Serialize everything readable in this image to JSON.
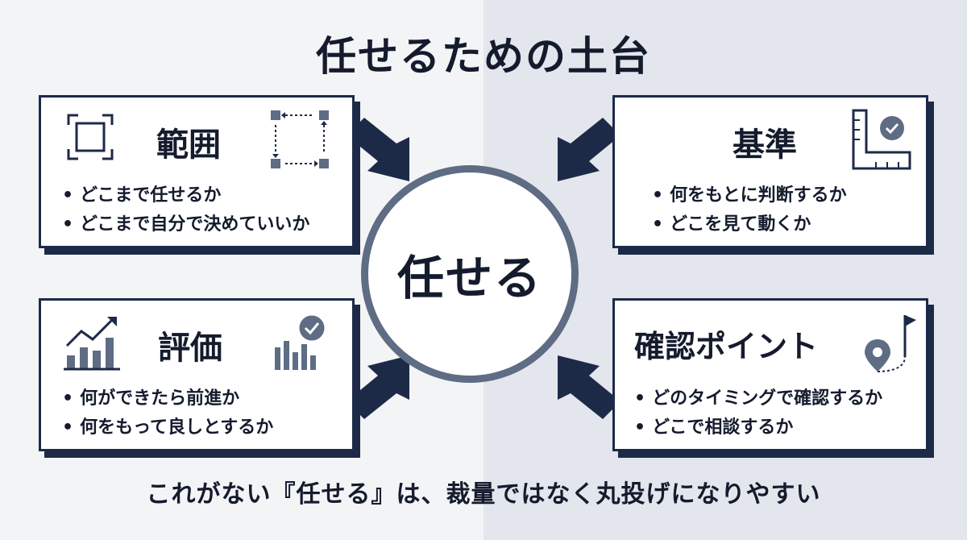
{
  "title": "任せるための土台",
  "center": {
    "label": "任せる"
  },
  "cards": {
    "scope": {
      "title": "範囲",
      "bullets": [
        "どこまで任せるか",
        "どこまで自分で決めていいか"
      ],
      "icons": [
        "focus-frame-icon",
        "resize-arrows-icon"
      ]
    },
    "criteria": {
      "title": "基準",
      "bullets": [
        "何をもとに判断するか",
        "どこを見て動くか"
      ],
      "icons": [
        "ruler-check-icon"
      ]
    },
    "evaluation": {
      "title": "評価",
      "bullets": [
        "何ができたら前進か",
        "何をもって良しとするか"
      ],
      "icons": [
        "growth-chart-icon",
        "bar-chart-check-icon"
      ]
    },
    "checkpoints": {
      "title": "確認ポイント",
      "bullets": [
        "どのタイミングで確認するか",
        "どこで相談するか"
      ],
      "icons": [
        "map-pin-flag-icon"
      ]
    }
  },
  "footer": "これがない『任せる』は、裁量ではなく丸投げになりやすい",
  "colors": {
    "navy": "#1d2a47",
    "circle_border": "#5e6c84",
    "text": "#141b2d"
  }
}
